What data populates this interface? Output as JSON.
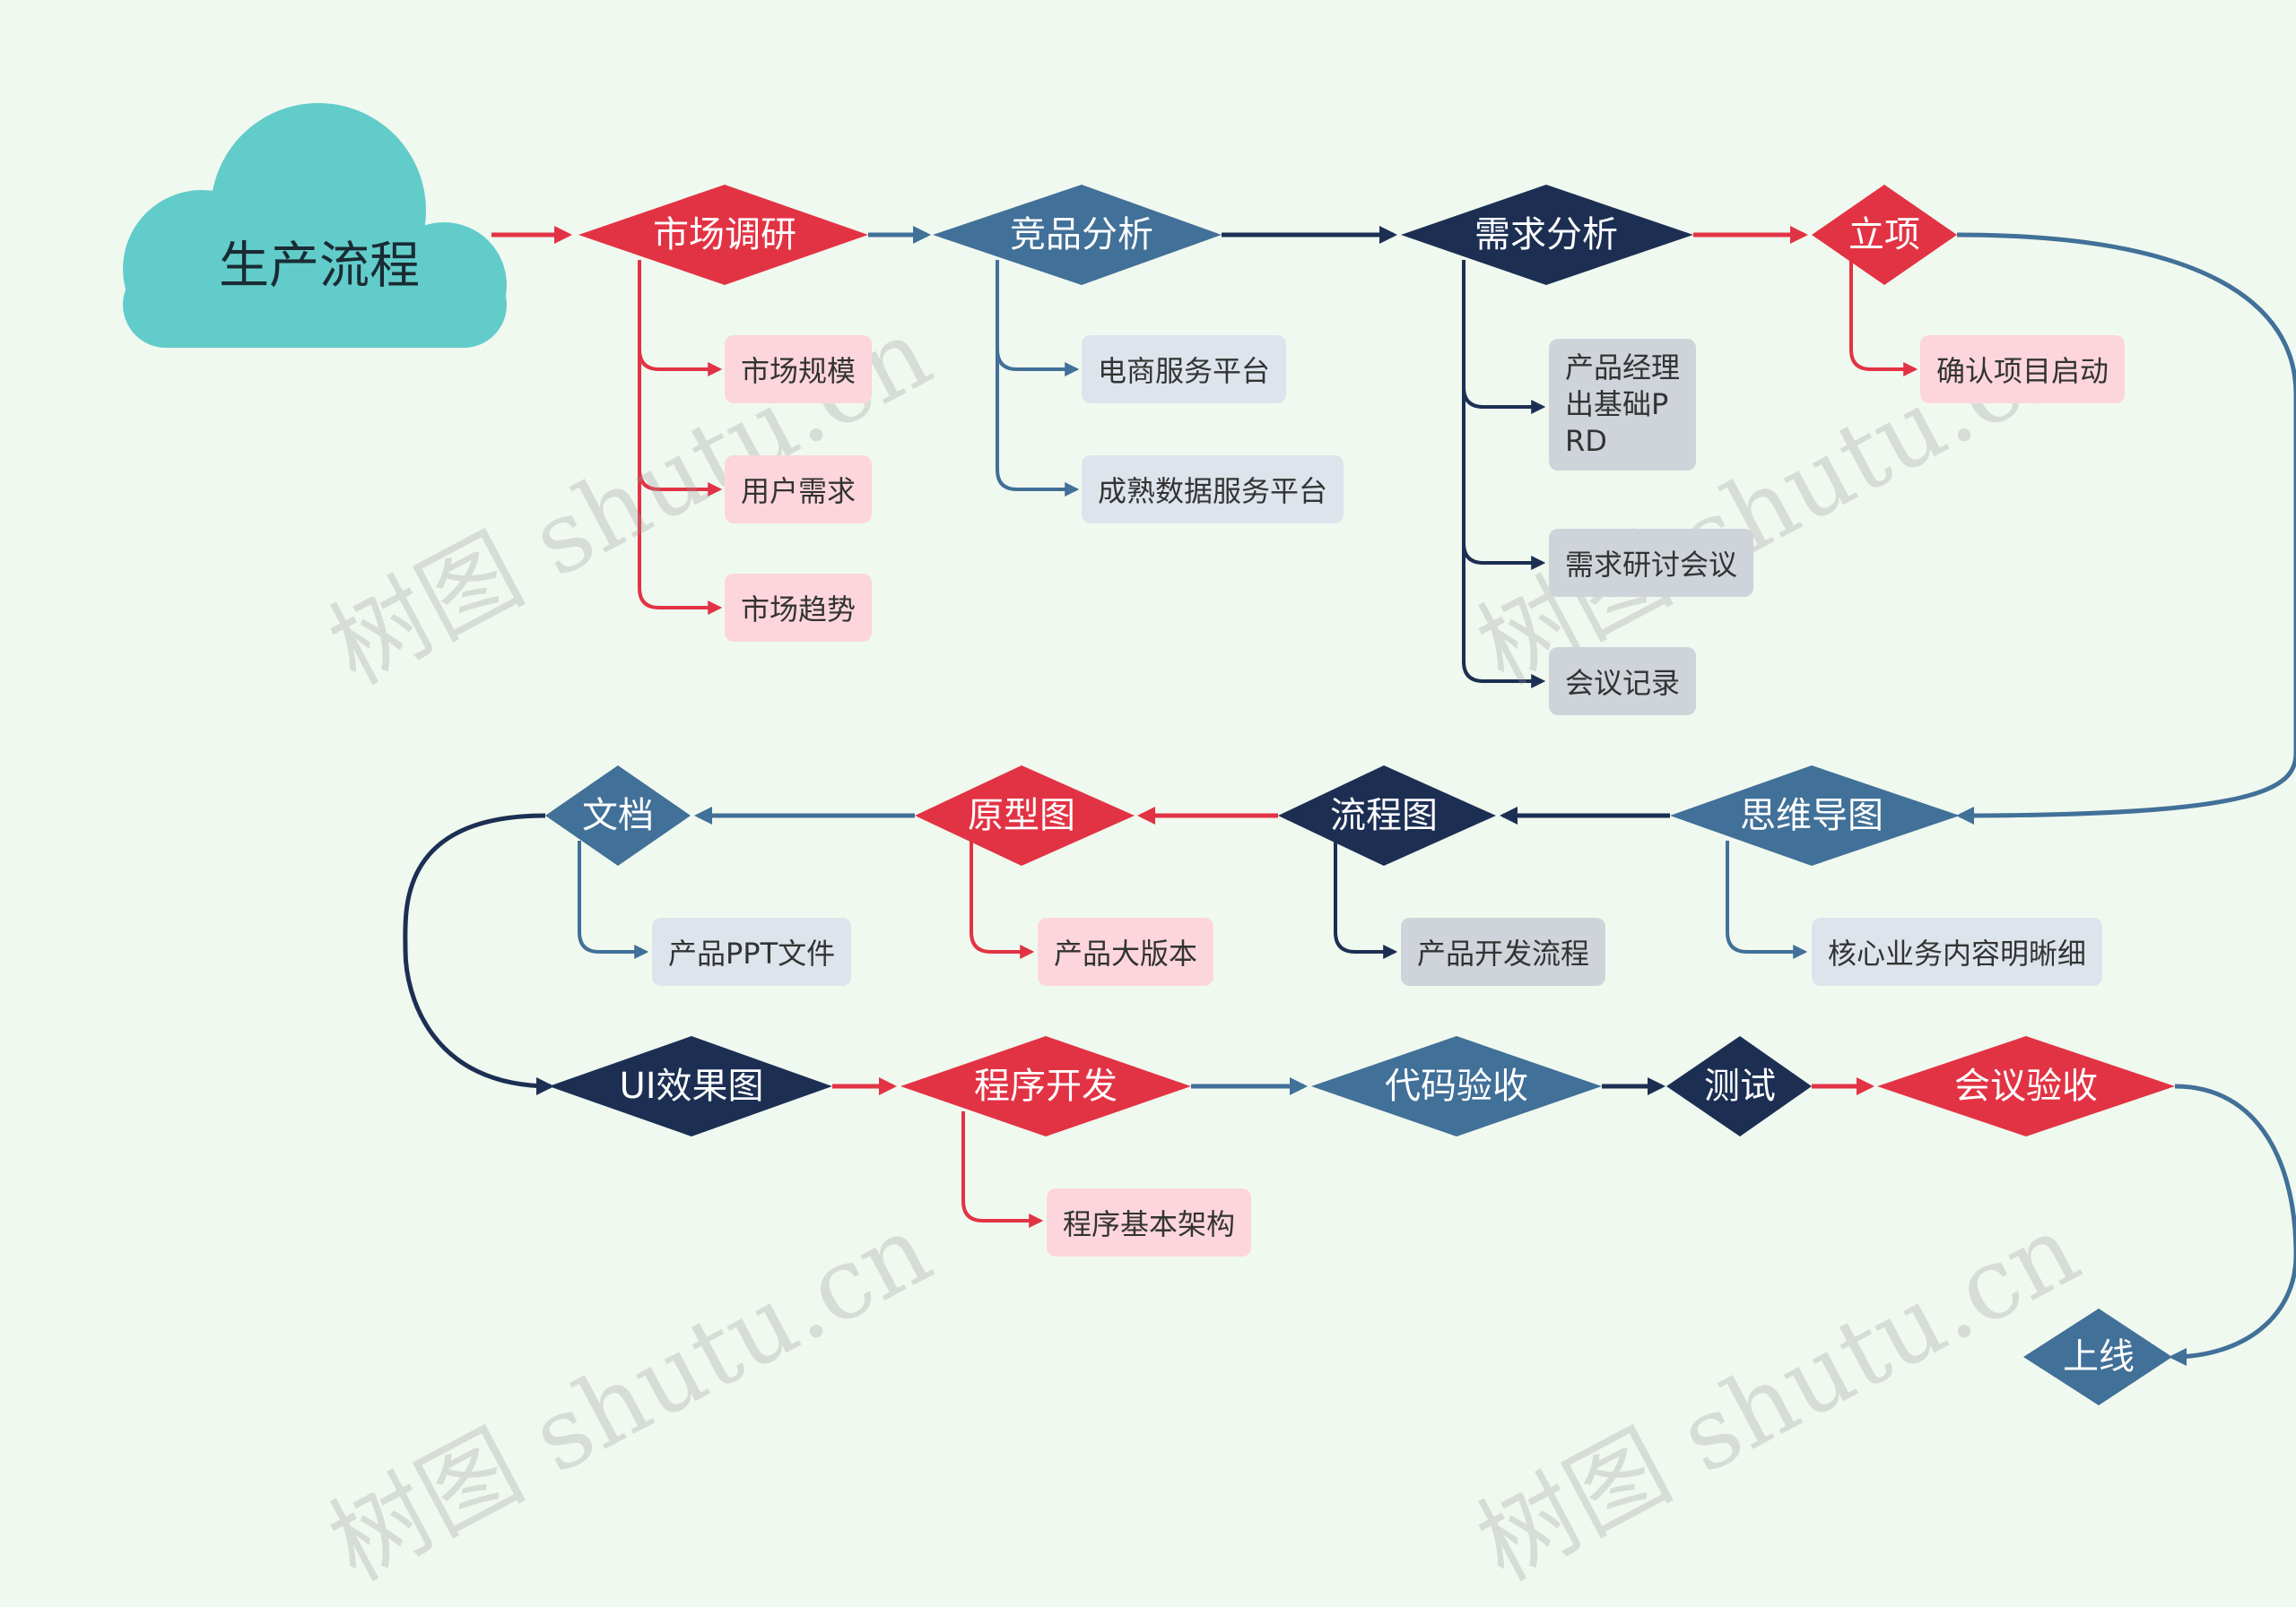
{
  "colors": {
    "red": "#e23344",
    "steel": "#417098",
    "navy": "#1c2f53",
    "cloud": "#62ccca"
  },
  "root": {
    "label": "生产流程"
  },
  "watermark": "树图 shutu.cn",
  "nodes": {
    "market_research": {
      "label": "市场调研",
      "children": [
        "市场规模",
        "用户需求",
        "市场趋势"
      ]
    },
    "competitor_analysis": {
      "label": "竞品分析",
      "children": [
        "电商服务平台",
        "成熟数据服务平台"
      ]
    },
    "requirement_analysis": {
      "label": "需求分析",
      "children": [
        "产品经理出基础PRD",
        "需求研讨会议",
        "会议记录"
      ]
    },
    "project_setup": {
      "label": "立项",
      "children": [
        "确认项目启动"
      ]
    },
    "mind_map": {
      "label": "思维导图",
      "children": [
        "核心业务内容明晰细"
      ]
    },
    "flow_chart": {
      "label": "流程图",
      "children": [
        "产品开发流程"
      ]
    },
    "prototype": {
      "label": "原型图",
      "children": [
        "产品大版本"
      ]
    },
    "document": {
      "label": "文档",
      "children": [
        "产品PPT文件"
      ]
    },
    "ui_design": {
      "label": "UI效果图"
    },
    "development": {
      "label": "程序开发",
      "children": [
        "程序基本架构"
      ]
    },
    "code_review": {
      "label": "代码验收"
    },
    "testing": {
      "label": "测试"
    },
    "meeting_review": {
      "label": "会议验收"
    },
    "launch": {
      "label": "上线"
    }
  }
}
